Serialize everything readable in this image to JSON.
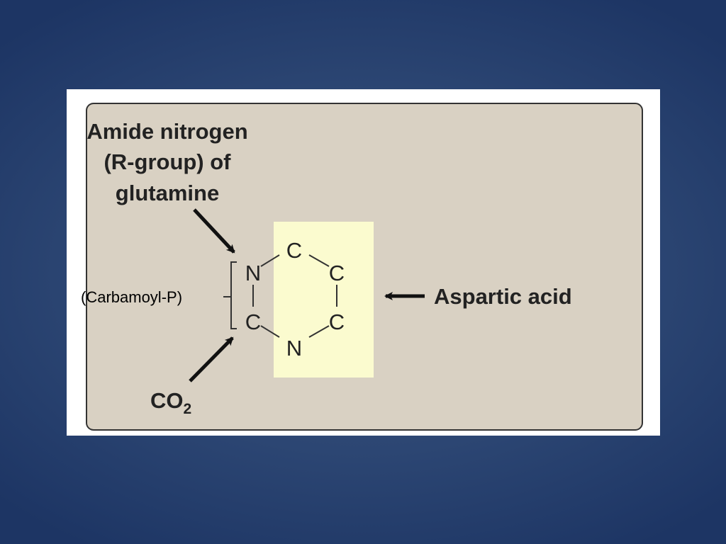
{
  "labels": {
    "glutamine_line1": "Amide nitrogen",
    "glutamine_line2": "(R-group) of",
    "glutamine_line3": "glutamine",
    "aspartic": "Aspartic acid",
    "carbamoyl": "(Carbamoyl-P)",
    "co2_main": "CO",
    "co2_sub": "2"
  },
  "atoms": {
    "n1": "N",
    "c2": "C",
    "n3": "N",
    "c4": "C",
    "c5": "C",
    "c6": "C"
  },
  "colors": {
    "panel": "#d9d1c3",
    "highlight": "#fbfbcf",
    "outer": "#2c4673"
  }
}
